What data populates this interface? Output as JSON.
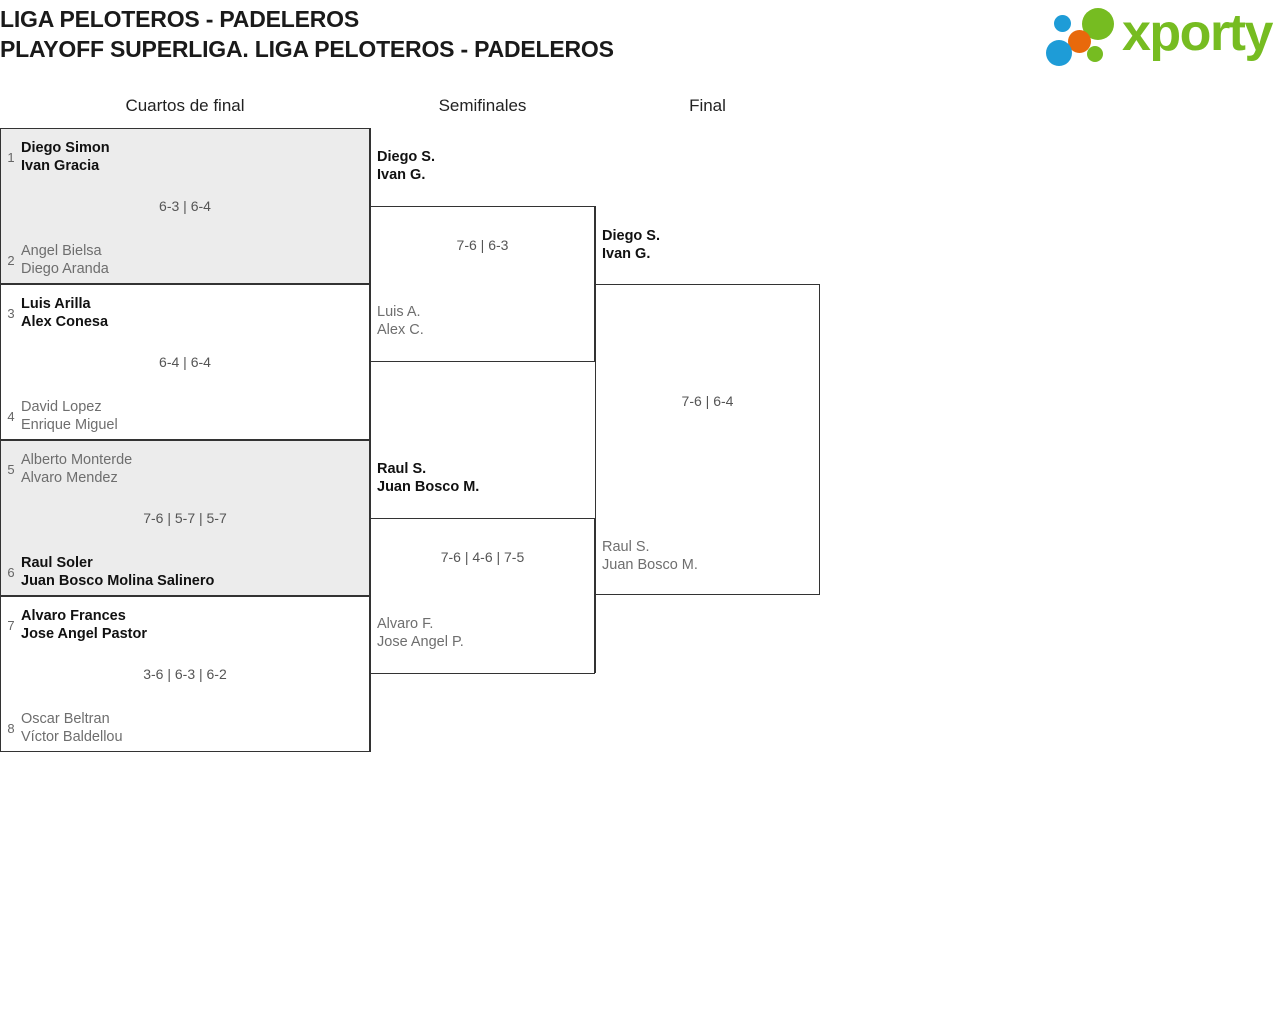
{
  "header": {
    "title_line1": "LIGA PELOTEROS - PADELEROS",
    "title_line2": "PLAYOFF SUPERLIGA. LIGA PELOTEROS - PADELEROS"
  },
  "brand": {
    "name": "xporty",
    "green": "#76bc21",
    "blue": "#1e9cd7",
    "orange": "#e8690b"
  },
  "rounds": [
    {
      "label": "Cuartos de final"
    },
    {
      "label": "Semifinales"
    },
    {
      "label": "Final"
    }
  ],
  "bracket": {
    "quarterfinals": [
      {
        "score": "6-3 | 6-4",
        "shaded": true,
        "top": {
          "seed": "1",
          "player1": "Diego Simon",
          "player2": "Ivan Gracia",
          "winner": true
        },
        "bottom": {
          "seed": "2",
          "player1": "Angel Bielsa",
          "player2": "Diego Aranda",
          "winner": false
        }
      },
      {
        "score": "6-4 | 6-4",
        "shaded": false,
        "top": {
          "seed": "3",
          "player1": "Luis Arilla",
          "player2": "Alex Conesa",
          "winner": true
        },
        "bottom": {
          "seed": "4",
          "player1": "David Lopez",
          "player2": "Enrique Miguel",
          "winner": false
        }
      },
      {
        "score": "7-6 | 5-7 | 5-7",
        "shaded": true,
        "top": {
          "seed": "5",
          "player1": "Alberto Monterde",
          "player2": "Alvaro Mendez",
          "winner": false
        },
        "bottom": {
          "seed": "6",
          "player1": "Raul Soler",
          "player2": "Juan Bosco Molina Salinero",
          "winner": true
        }
      },
      {
        "score": "3-6 | 6-3 | 6-2",
        "shaded": false,
        "top": {
          "seed": "7",
          "player1": "Alvaro Frances",
          "player2": "Jose Angel Pastor",
          "winner": true
        },
        "bottom": {
          "seed": "8",
          "player1": "Oscar Beltran",
          "player2": "Víctor Baldellou",
          "winner": false
        }
      }
    ],
    "semifinals": [
      {
        "score": "7-6 | 6-3",
        "top": {
          "player1": "Diego S.",
          "player2": "Ivan G.",
          "winner": true
        },
        "bottom": {
          "player1": "Luis A.",
          "player2": "Alex C.",
          "winner": false
        }
      },
      {
        "score": "7-6 | 4-6 | 7-5",
        "top": {
          "player1": "Raul S.",
          "player2": "Juan Bosco M.",
          "winner": true
        },
        "bottom": {
          "player1": "Alvaro F.",
          "player2": "Jose Angel P.",
          "winner": false
        }
      }
    ],
    "final": [
      {
        "score": "7-6 | 6-4",
        "top": {
          "player1": "Diego S.",
          "player2": "Ivan G.",
          "winner": true
        },
        "bottom": {
          "player1": "Raul S.",
          "player2": "Juan Bosco M.",
          "winner": false
        }
      }
    ]
  }
}
